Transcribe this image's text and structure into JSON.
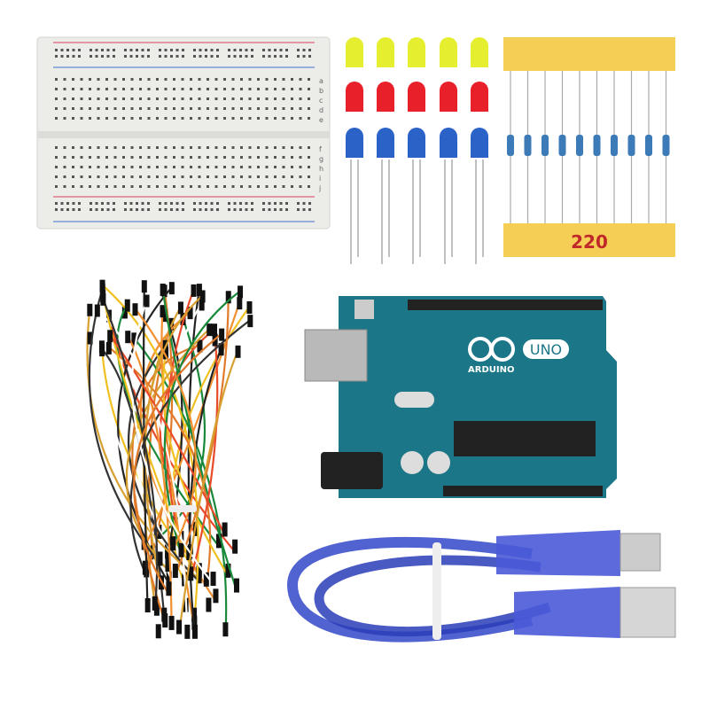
{
  "scene": "arduino-starter-kit",
  "colors": {
    "background": "#ffffff",
    "breadboard": "#eeeeec",
    "board": "#1b7688",
    "tape": "#f5cf55",
    "led_yellow": "#e6ee30",
    "led_red": "#e8202a",
    "led_blue": "#2a62c8",
    "cable": "#3348c8"
  },
  "resistor_tape": {
    "value_label": "220",
    "count": 10
  },
  "leds": {
    "colors": [
      "yellow",
      "red",
      "blue"
    ],
    "per_color": 5
  },
  "board": {
    "brand": "ARDUINO",
    "model": "UNO"
  },
  "breadboard": {
    "row_letters_top": [
      "a",
      "b",
      "c",
      "d",
      "e"
    ],
    "row_letters_bottom": [
      "f",
      "g",
      "h",
      "i",
      "j"
    ]
  }
}
